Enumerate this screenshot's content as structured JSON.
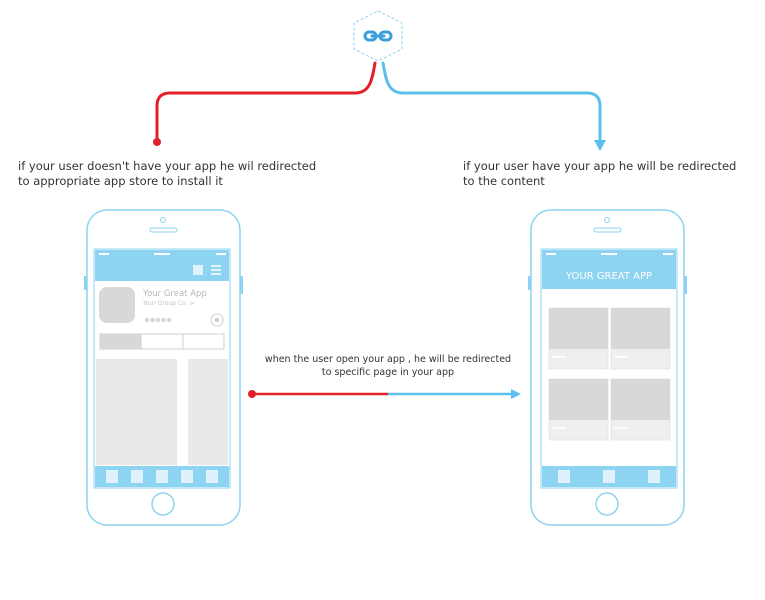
{
  "colors": {
    "red": "#e2202a",
    "blue": "#5bc0eb",
    "outline": "#8dd3f2",
    "gray": "#d8d8d8",
    "light_gray": "#efefef"
  },
  "icons": {
    "top_node": "link-icon"
  },
  "captions": {
    "left_line1": "if your user doesn't have your app he wil redirected",
    "left_line2": "to appropriate app store to install it",
    "right_line1": "if your user have your app he will be redirected",
    "right_line2": "to the content",
    "middle_line1": "when the user open your app , he will be redirected",
    "middle_line2": "to specific page in your app"
  },
  "left_phone": {
    "app_name": "Your Great App",
    "app_company": "Your Group Co. >"
  },
  "right_phone": {
    "header_title": "YOUR GREAT APP"
  }
}
